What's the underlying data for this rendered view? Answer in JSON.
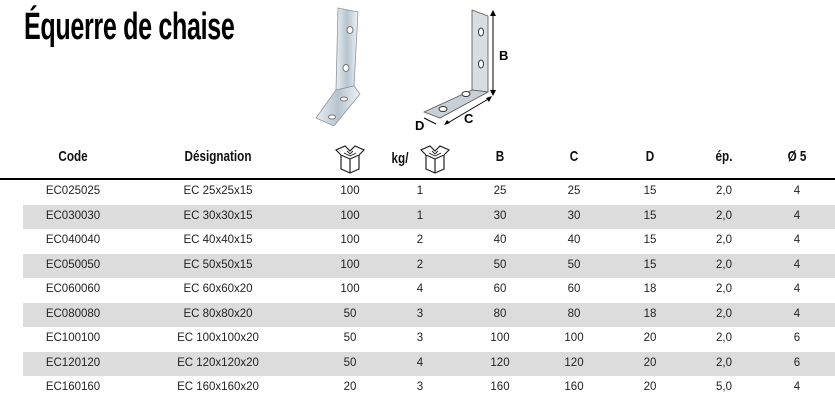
{
  "title": "Équerre de chaise",
  "diagram_labels": {
    "b": "B",
    "c": "C",
    "d": "D"
  },
  "columns": {
    "code": "Code",
    "designation": "Désignation",
    "box_qty_icon": "box-icon",
    "kg_prefix": "kg/",
    "b": "B",
    "c": "C",
    "d": "D",
    "ep": "ép.",
    "dia": "Ø 5"
  },
  "rows": [
    {
      "code": "EC025025",
      "designation": "EC 25x25x15",
      "box": "100",
      "kg": "1",
      "b": "25",
      "c": "25",
      "d": "15",
      "ep": "2,0",
      "dia": "4"
    },
    {
      "code": "EC030030",
      "designation": "EC 30x30x15",
      "box": "100",
      "kg": "1",
      "b": "30",
      "c": "30",
      "d": "15",
      "ep": "2,0",
      "dia": "4"
    },
    {
      "code": "EC040040",
      "designation": "EC 40x40x15",
      "box": "100",
      "kg": "2",
      "b": "40",
      "c": "40",
      "d": "15",
      "ep": "2,0",
      "dia": "4"
    },
    {
      "code": "EC050050",
      "designation": "EC 50x50x15",
      "box": "100",
      "kg": "2",
      "b": "50",
      "c": "50",
      "d": "15",
      "ep": "2,0",
      "dia": "4"
    },
    {
      "code": "EC060060",
      "designation": "EC 60x60x20",
      "box": "100",
      "kg": "4",
      "b": "60",
      "c": "60",
      "d": "18",
      "ep": "2,0",
      "dia": "4"
    },
    {
      "code": "EC080080",
      "designation": "EC 80x80x20",
      "box": "50",
      "kg": "3",
      "b": "80",
      "c": "80",
      "d": "18",
      "ep": "2,0",
      "dia": "4"
    },
    {
      "code": "EC100100",
      "designation": "EC 100x100x20",
      "box": "50",
      "kg": "3",
      "b": "100",
      "c": "100",
      "d": "20",
      "ep": "2,0",
      "dia": "6"
    },
    {
      "code": "EC120120",
      "designation": "EC 120x120x20",
      "box": "50",
      "kg": "4",
      "b": "120",
      "c": "120",
      "d": "20",
      "ep": "2,0",
      "dia": "6"
    },
    {
      "code": "EC160160",
      "designation": "EC 160x160x20",
      "box": "20",
      "kg": "3",
      "b": "160",
      "c": "160",
      "d": "20",
      "ep": "5,0",
      "dia": "4"
    }
  ],
  "colors": {
    "stripe": "#dcdcdc",
    "metal": "#c9d3dc"
  }
}
